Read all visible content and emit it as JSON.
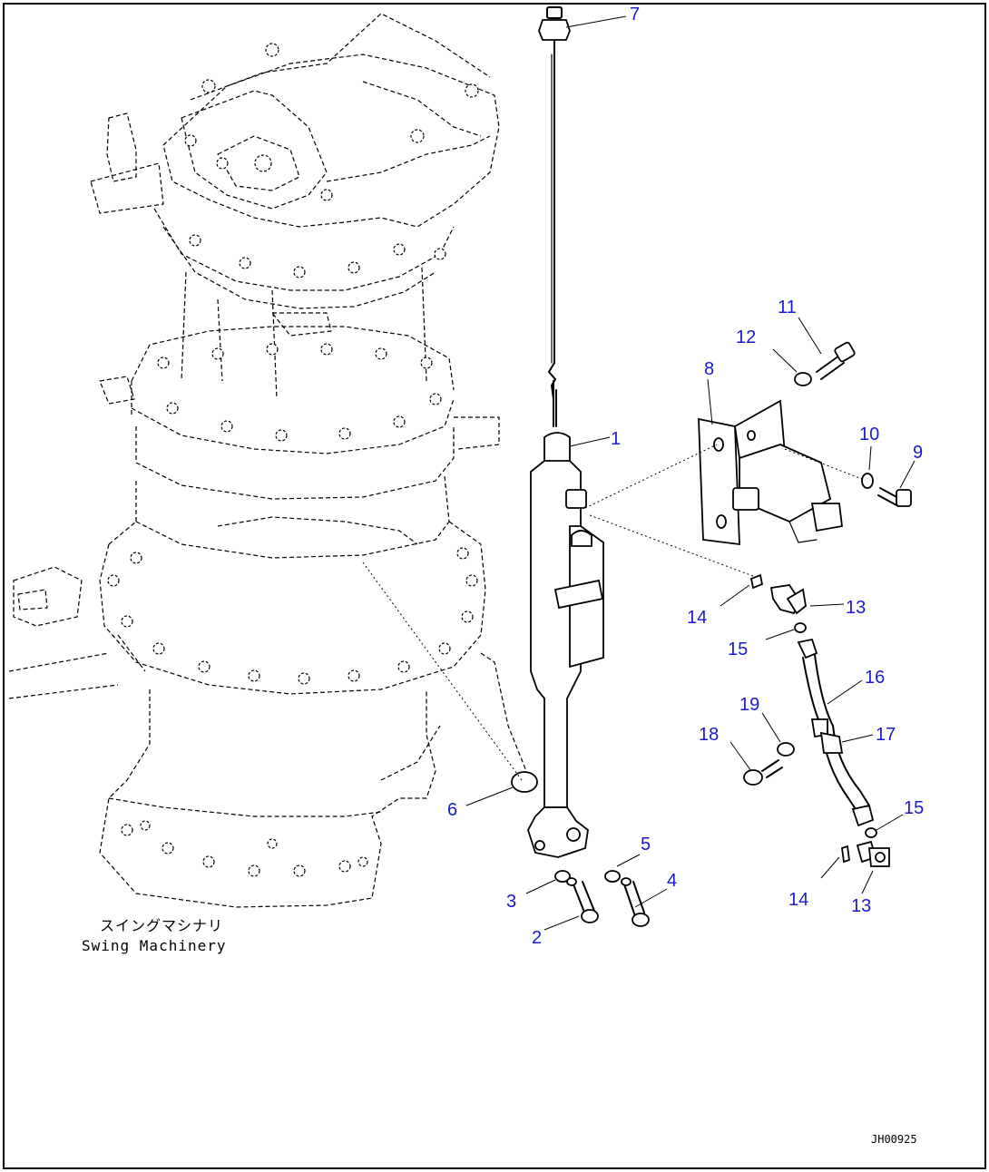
{
  "diagram": {
    "caption_jp": "スイングマシナリ",
    "caption_en": "Swing Machinery",
    "reference_code": "JH00925",
    "callouts": {
      "c1": "1",
      "c2": "2",
      "c3": "3",
      "c4": "4",
      "c5": "5",
      "c6": "6",
      "c7": "7",
      "c8": "8",
      "c9": "9",
      "c10": "10",
      "c11": "11",
      "c12": "12",
      "c13a": "13",
      "c13b": "13",
      "c14a": "14",
      "c14b": "14",
      "c15a": "15",
      "c15b": "15",
      "c16": "16",
      "c17": "17",
      "c18": "18",
      "c19": "19"
    },
    "colors": {
      "callout": "#1a1acc",
      "line": "#000000"
    }
  }
}
